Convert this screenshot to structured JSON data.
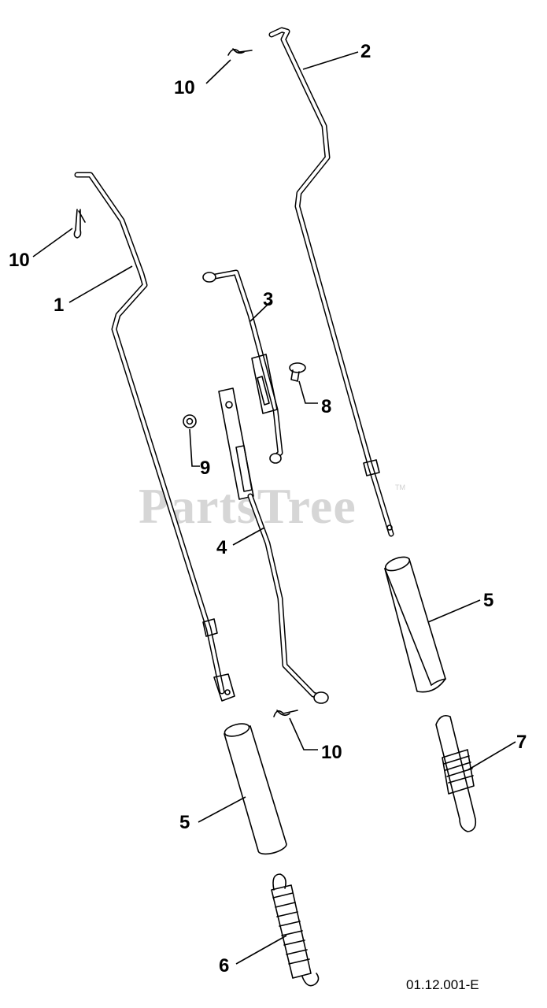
{
  "watermark": {
    "text": "PartsTree",
    "trademark": "TM"
  },
  "figure_code": "01.12.001-E",
  "callouts": [
    {
      "id": "c-10a",
      "label": "10"
    },
    {
      "id": "c-2",
      "label": "2"
    },
    {
      "id": "c-10b",
      "label": "10"
    },
    {
      "id": "c-1",
      "label": "1"
    },
    {
      "id": "c-3",
      "label": "3"
    },
    {
      "id": "c-8",
      "label": "8"
    },
    {
      "id": "c-9",
      "label": "9"
    },
    {
      "id": "c-4",
      "label": "4"
    },
    {
      "id": "c-5a",
      "label": "5"
    },
    {
      "id": "c-10c",
      "label": "10"
    },
    {
      "id": "c-7",
      "label": "7"
    },
    {
      "id": "c-5b",
      "label": "5"
    },
    {
      "id": "c-6",
      "label": "6"
    }
  ]
}
